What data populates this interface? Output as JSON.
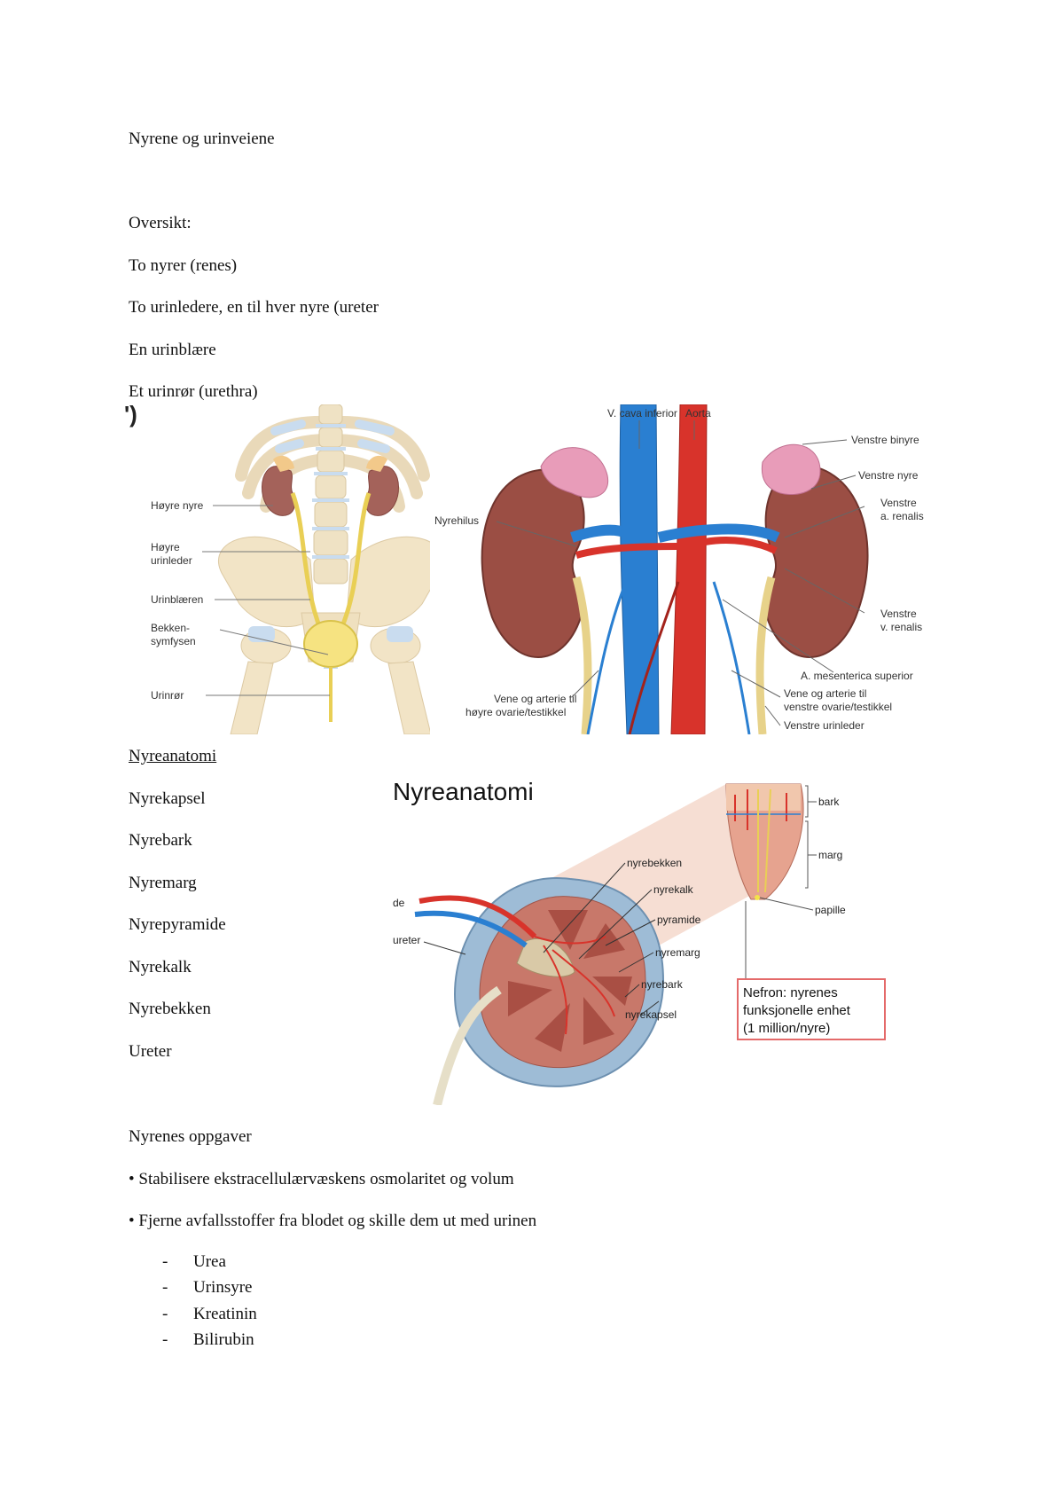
{
  "doc": {
    "title": "Nyrene og urinveiene",
    "overview_heading": "Oversikt:",
    "overview_items": [
      "To nyrer (renes)",
      "To urinledere, en til hver nyre (ureter",
      "En urinblære",
      "Et urinrør (urethra)"
    ],
    "anatomy_heading": "Nyreanatomi",
    "anatomy_items": [
      "Nyrekapsel",
      "Nyrebark",
      "Nyremarg",
      "Nyrepyramide",
      "Nyrekalk",
      "Nyrebekken",
      "Ureter"
    ],
    "tasks_heading": "Nyrenes oppgaver",
    "tasks": [
      "• Stabilisere ekstracellulærvæskens osmolaritet og volum",
      "• Fjerne avfallsstoffer fra blodet og skille dem ut med urinen"
    ],
    "waste_dash": "-",
    "waste_items": [
      "Urea",
      "Urinsyre",
      "Kreatinin",
      "Bilirubin"
    ]
  },
  "figure1": {
    "labels": {
      "hoyre_nyre": "Høyre nyre",
      "hoyre_urinleder_1": "Høyre",
      "hoyre_urinleder_2": "urinleder",
      "urinblaeren": "Urinblæren",
      "bekken_1": "Bekken-",
      "bekken_2": "symfysen",
      "urinror": "Urinrør"
    }
  },
  "figure2": {
    "labels": {
      "v_cava": "V. cava inferior",
      "aorta": "Aorta",
      "venstre_binyre": "Venstre binyre",
      "venstre_nyre": "Venstre nyre",
      "a_renalis_1": "Venstre",
      "a_renalis_2": "a. renalis",
      "nyrehilus": "Nyrehilus",
      "v_renalis_1": "Venstre",
      "v_renalis_2": "v. renalis",
      "mesenterica": "A. mesenterica superior",
      "vene_h_1": "Vene og arterie til",
      "vene_h_2": "høyre ovarie/testikkel",
      "vene_v_1": "Vene og arterie til",
      "vene_v_2": "venstre ovarie/testikkel",
      "venstre_urinleder": "Venstre urinleder"
    }
  },
  "figure3": {
    "title": "Nyreanatomi",
    "labels": {
      "bark_top": "bark",
      "marg": "marg",
      "papille": "papille",
      "nyrebekken": "nyrebekken",
      "nyrekalk": "nyrekalk",
      "pyramide": "pyramide",
      "nyremarg": "nyremarg",
      "nyrebark": "nyrebark",
      "nyrekapsel": "nyrekapsel",
      "ureter": "ureter",
      "de": "de"
    },
    "nefron_1": "Nefron: nyrenes",
    "nefron_2": "funksjonelle enhet",
    "nefron_3": "(1 million/nyre)"
  }
}
